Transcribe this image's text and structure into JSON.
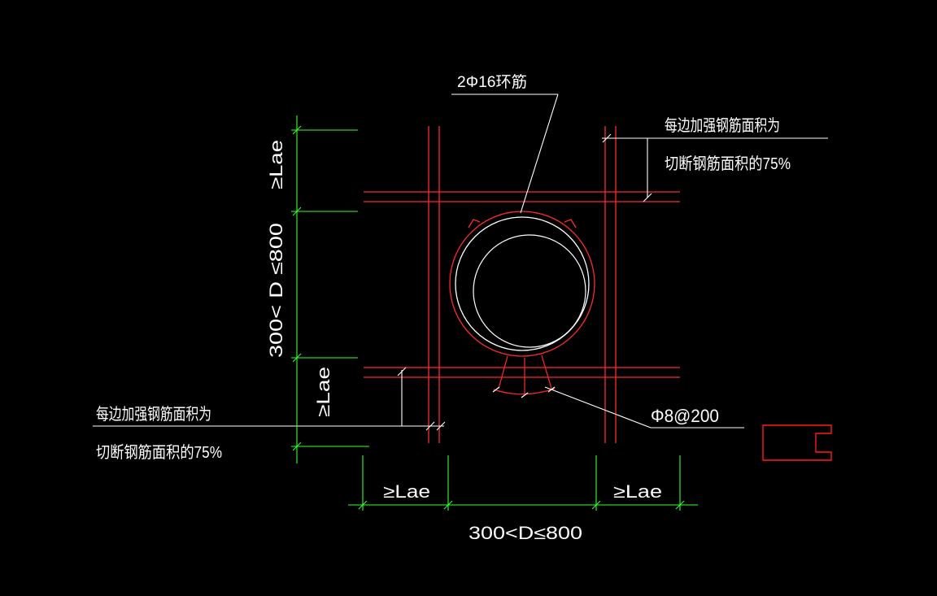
{
  "drawing": {
    "colors": {
      "background": "#000000",
      "rebar": "#ff1f1f",
      "dimension": "#33ff33",
      "text": "#ffffff",
      "bar_shape": "#ff0000"
    },
    "labels": {
      "ring_bar": "2Φ16环筋",
      "reinforce_top_line1": "每边加强钢筋面积为",
      "reinforce_top_line2": "切断钢筋面积的75%",
      "reinforce_left_line1": "每边加强钢筋面积为",
      "reinforce_left_line2": "切断钢筋面积的75%",
      "stirrup": "Φ8@200",
      "lae_left_top": "≥Lae",
      "lae_left_bottom": "≥Lae",
      "lae_bottom_left": "≥Lae",
      "lae_bottom_right": "≥Lae",
      "dim_vertical": "300< D ≤800",
      "dim_horizontal": "300<D≤800"
    }
  }
}
